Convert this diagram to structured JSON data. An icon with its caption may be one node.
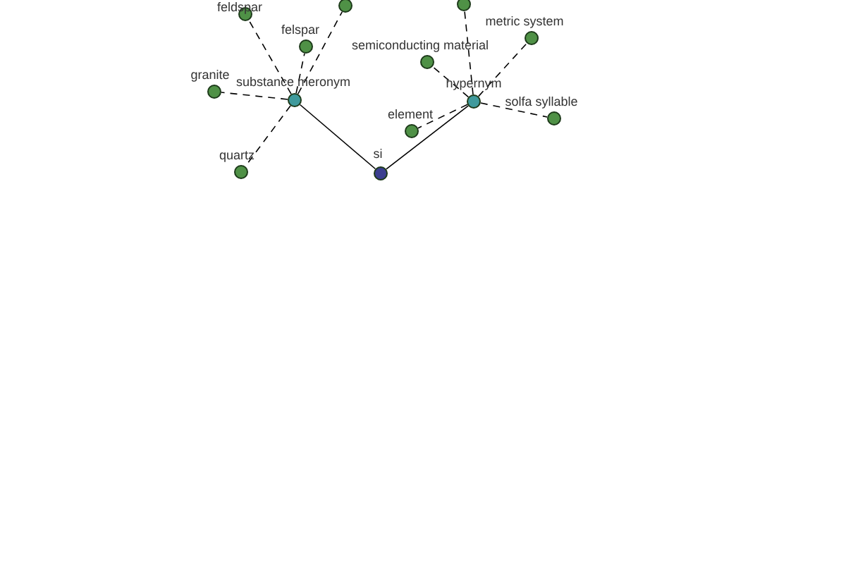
{
  "diagram": {
    "nodes": [
      {
        "text": [
          "si"
        ]
      },
      {
        "text": [
          "substance meronym"
        ]
      },
      {
        "text": [
          "hypernym"
        ]
      },
      {
        "text": [
          "feldspar"
        ]
      },
      {
        "text": [],
        "shape": "circle"
      },
      {
        "text": [
          "felspar"
        ]
      },
      {
        "text": [
          "granite"
        ]
      },
      {
        "text": [
          "quartz"
        ]
      },
      {
        "text": [],
        "shape": "circle"
      },
      {
        "text": [
          "metric system"
        ]
      },
      {
        "text": [
          "semiconducting material"
        ]
      },
      {
        "text": [
          "element"
        ]
      },
      {
        "text": [
          "solfa syllable"
        ]
      }
    ],
    "edges": [
      {
        "from": 0,
        "to": 1,
        "arrow": "none"
      },
      {
        "from": 0,
        "to": 2,
        "arrow": "none"
      },
      {
        "from": 1,
        "to": 3,
        "arrow": "none",
        "style": "dashed"
      },
      {
        "from": 1,
        "to": 4,
        "arrow": "none",
        "style": "dashed"
      },
      {
        "from": 1,
        "to": 5,
        "arrow": "none",
        "style": "dashed"
      },
      {
        "from": 1,
        "to": 6,
        "arrow": "none",
        "style": "dashed"
      },
      {
        "from": 1,
        "to": 7,
        "arrow": "none",
        "style": "dashed"
      },
      {
        "from": 2,
        "to": 8,
        "arrow": "none",
        "style": "dashed"
      },
      {
        "from": 2,
        "to": 9,
        "arrow": "none",
        "style": "dashed"
      },
      {
        "from": 2,
        "to": 10,
        "arrow": "none",
        "style": "dashed"
      },
      {
        "from": 2,
        "to": 11,
        "arrow": "none",
        "style": "dashed"
      },
      {
        "from": 2,
        "to": 12,
        "arrow": "none",
        "style": "dashed"
      }
    ]
  }
}
